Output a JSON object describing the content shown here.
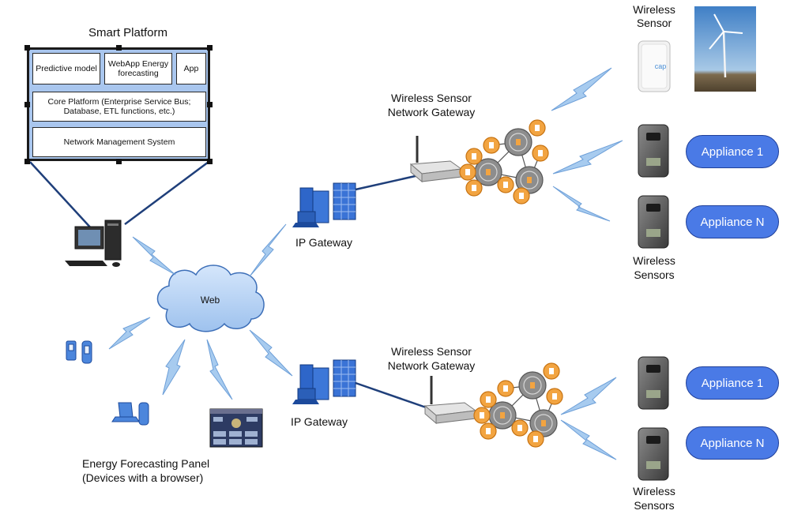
{
  "smart_platform": {
    "title": "Smart Platform",
    "predictive_model": "Predictive model",
    "webapp": "WebApp Energy forecasting",
    "app": "App",
    "core_platform": "Core Platform (Enterprise Service Bus; Database, ETL functions, etc.)",
    "network_management": "Network Management System"
  },
  "web": {
    "label": "Web"
  },
  "gateway_top": {
    "ip_gateway": "IP Gateway",
    "wsn_gateway_line1": "Wireless  Sensor",
    "wsn_gateway_line2": "Network Gateway"
  },
  "gateway_bottom": {
    "ip_gateway": "IP  Gateway",
    "wsn_gateway_line1": "Wireless  Sensor",
    "wsn_gateway_line2": "Network Gateway"
  },
  "top_right": {
    "wireless_sensor_line1": "Wireless",
    "wireless_sensor_line2": "Sensor",
    "sensor_logo": "cap"
  },
  "appliances_top": {
    "appliance_1": "Appliance 1",
    "appliance_n": "Appliance N",
    "sensors_line1": "Wireless",
    "sensors_line2": "Sensors"
  },
  "appliances_bottom": {
    "appliance_1": "Appliance 1",
    "appliance_n": "Appliance N",
    "sensors_line1": "Wireless",
    "sensors_line2": "Sensors"
  },
  "energy_panel": {
    "line1": "Energy Forecasting Panel",
    "line2": "(Devices with a browser)"
  },
  "colors": {
    "platform_fill": "#a9c6ee",
    "appliance_fill": "#4a7ae6",
    "lightning": "#9cc4ec",
    "node_orange": "#f0a23a",
    "node_gray": "#8a8a8a"
  }
}
